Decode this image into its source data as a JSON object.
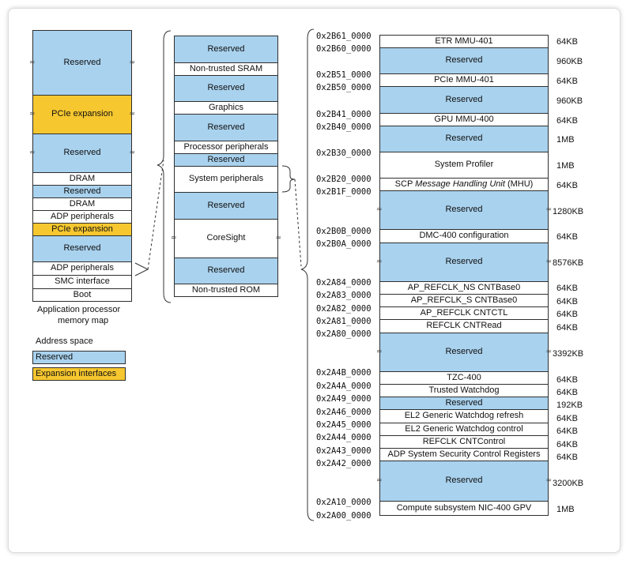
{
  "colors": {
    "reserved": "#a9d2ee",
    "expansion": "#f6c72f",
    "white": "#ffffff",
    "border": "#2f2f2f"
  },
  "app_map": {
    "blocks": [
      "Reserved",
      "PCIe expansion",
      "Reserved",
      "DRAM",
      "Reserved",
      "DRAM",
      "ADP peripherals",
      "PCIe expansion",
      "Reserved",
      "ADP peripherals",
      "SMC interface",
      "Boot"
    ],
    "caption_line1": "Application processor",
    "caption_line2": "memory map"
  },
  "legend": {
    "title": "Address space",
    "reserved": "Reserved",
    "expansion": "Expansion interfaces"
  },
  "adp_map": {
    "blocks": [
      "Reserved",
      "Non-trusted SRAM",
      "Reserved",
      "Graphics",
      "Reserved",
      "Processor peripherals",
      "Reserved",
      "System peripherals",
      "Reserved",
      "CoreSight",
      "Reserved",
      "Non-trusted ROM"
    ]
  },
  "sys_map": {
    "blocks": [
      "ETR MMU-401",
      "Reserved",
      "PCIe MMU-401",
      "Reserved",
      "GPU MMU-400",
      "Reserved",
      "System Profiler",
      "SCP ",
      "Message Handling Unit",
      " (MHU)",
      "Reserved",
      "DMC-400 configuration",
      "Reserved",
      "AP_REFCLK_NS CNTBase0",
      "AP_REFCLK_S CNTBase0",
      "AP_REFCLK CNTCTL",
      "REFCLK CNTRead",
      "Reserved",
      "TZC-400",
      "Trusted Watchdog",
      "Reserved",
      "EL2 Generic Watchdog refresh",
      "EL2 Generic Watchdog control",
      "REFCLK CNTControl",
      "ADP System Security Control Registers",
      "Reserved",
      "Compute subsystem NIC-400 GPV"
    ],
    "sizes": [
      "64KB",
      "960KB",
      "64KB",
      "960KB",
      "64KB",
      "1MB",
      "1MB",
      "64KB",
      "1280KB",
      "64KB",
      "8576KB",
      "64KB",
      "64KB",
      "64KB",
      "64KB",
      "3392KB",
      "64KB",
      "64KB",
      "192KB",
      "64KB",
      "64KB",
      "64KB",
      "64KB",
      "3200KB",
      "1MB"
    ],
    "addresses": [
      "0x2B61_0000",
      "0x2B60_0000",
      "0x2B51_0000",
      "0x2B50_0000",
      "0x2B41_0000",
      "0x2B40_0000",
      "0x2B30_0000",
      "0x2B20_0000",
      "0x2B1F_0000",
      "0x2B0B_0000",
      "0x2B0A_0000",
      "0x2A84_0000",
      "0x2A83_0000",
      "0x2A82_0000",
      "0x2A81_0000",
      "0x2A80_0000",
      "0x2A4B_0000",
      "0x2A4A_0000",
      "0x2A49_0000",
      "0x2A46_0000",
      "0x2A45_0000",
      "0x2A44_0000",
      "0x2A43_0000",
      "0x2A42_0000",
      "0x2A10_0000",
      "0x2A00_0000"
    ]
  }
}
